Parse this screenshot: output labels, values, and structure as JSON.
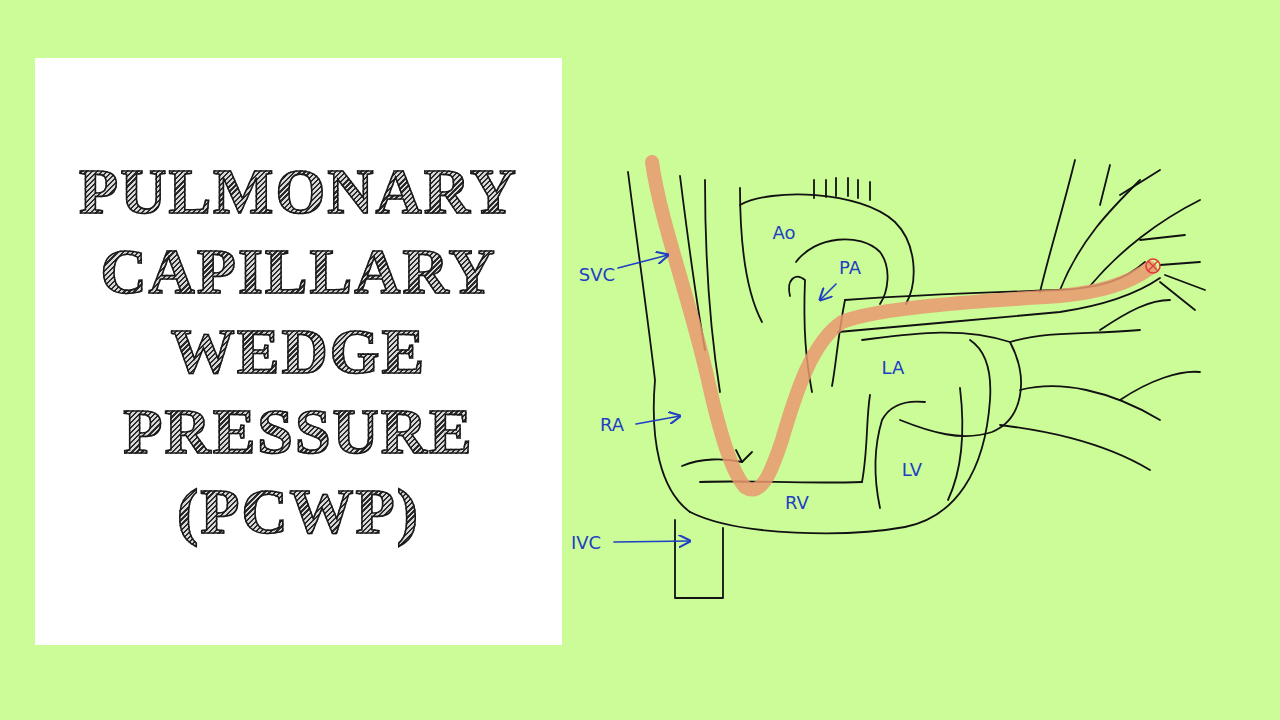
{
  "diagram": {
    "title": "PULMONARY CAPILLARY WEDGE PRESSURE (PCWP)",
    "labels": [
      "SVC",
      "Ao",
      "PA",
      "LA",
      "RA",
      "LV",
      "RV",
      "IVC"
    ]
  }
}
